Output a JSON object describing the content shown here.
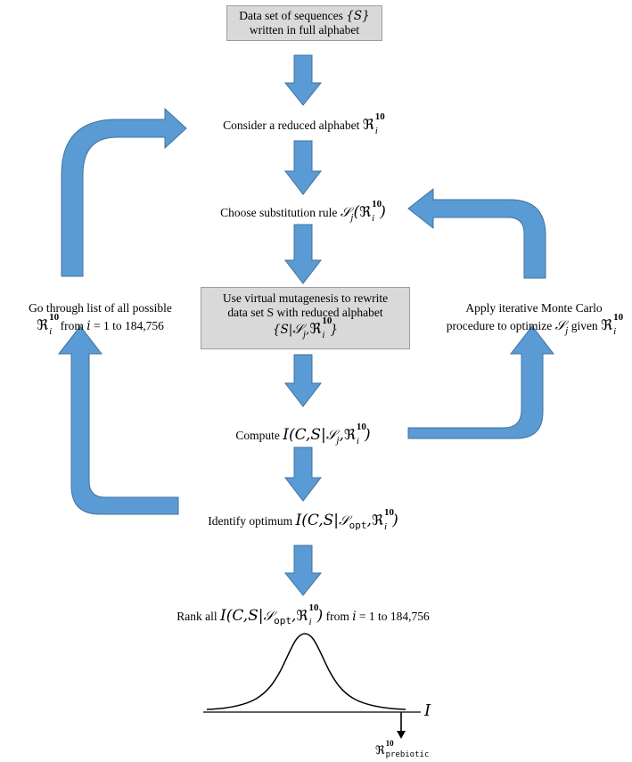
{
  "steps": {
    "box1": {
      "line1": "Data set of sequences",
      "set_open": "{",
      "S": "S",
      "set_close": "}",
      "line2": "written in full alphabet"
    },
    "step2": {
      "text": "Consider a reduced alphabet",
      "symbol": "ℜ",
      "sup": "10",
      "sub": "i"
    },
    "step3": {
      "text": "Choose substitution rule",
      "script_S": "𝒮",
      "sub_j": "j",
      "paren_open": "(",
      "symbol": "ℜ",
      "sup": "10",
      "sub": "i",
      "paren_close": ")"
    },
    "box4": {
      "line1": "Use virtual mutagenesis to rewrite",
      "line2": "data set S with reduced alphabet",
      "formula_open": "{",
      "S": "S",
      "bar": "|",
      "script_S": "𝒮",
      "sub_j": "j",
      "comma": ",",
      "symbol": "ℜ",
      "sup": "10",
      "sub": "i",
      "formula_close": "}"
    },
    "step5": {
      "text": "Compute",
      "I": "I",
      "args": "(C,S|",
      "script_S": "𝒮",
      "sub_j": "j",
      "comma": ",",
      "symbol": "ℜ",
      "sup": "10",
      "sub": "i",
      "close": ")"
    },
    "step6": {
      "text": "Identify optimum",
      "I": "I",
      "args": "(C,S|",
      "script_S": "𝒮",
      "sub_opt": "opt",
      "comma": ",",
      "symbol": "ℜ",
      "sup": "10",
      "sub": "i",
      "close": ")"
    },
    "step7": {
      "text": "Rank all",
      "I": "I",
      "args": "(C,S|",
      "script_S": "𝒮",
      "sub_opt": "opt",
      "comma": ",",
      "symbol": "ℜ",
      "sup": "10",
      "sub": "i",
      "close": ")",
      "range_from": "from",
      "range_i": "i",
      "range_rest": "= 1 to 184,756"
    }
  },
  "left_loop": {
    "line1": "Go through list of all possible",
    "symbol": "ℜ",
    "sup": "10",
    "sub": "i",
    "from": "from",
    "i": "i",
    "rest": "= 1 to 184,756"
  },
  "right_loop": {
    "line1": "Apply iterative Monte Carlo",
    "line2_text": "procedure to optimize",
    "script_S": "𝒮",
    "sub_j": "j",
    "given": "given",
    "symbol": "ℜ",
    "sup": "10",
    "sub": "i"
  },
  "distribution": {
    "axis_label": "I",
    "marker_symbol": "ℜ",
    "marker_sup": "10",
    "marker_sub": "prebiotic"
  },
  "colors": {
    "arrow_fill": "#5b9bd5",
    "arrow_stroke": "#41719c",
    "box_fill": "#d9d9d9"
  }
}
